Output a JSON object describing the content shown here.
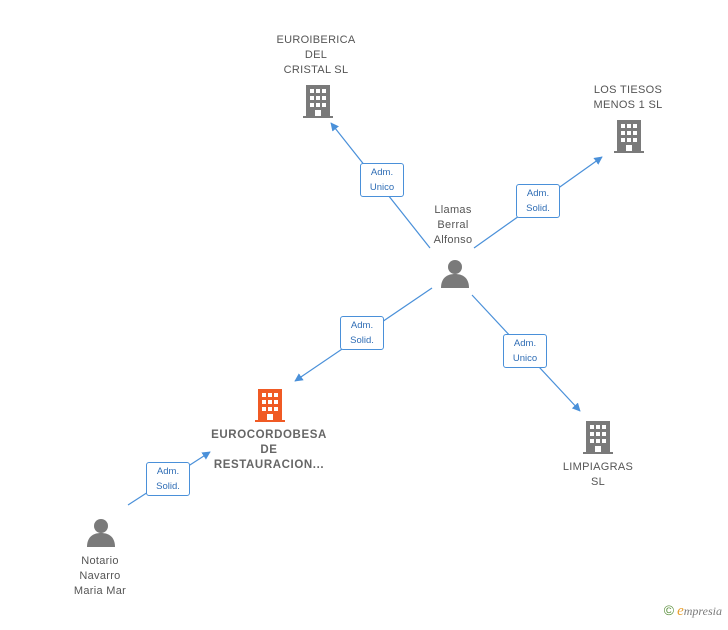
{
  "nodes": {
    "euroiberica": {
      "label": "EUROIBERICA\nDEL\nCRISTAL  SL",
      "type": "company",
      "color": "#7a7a7a"
    },
    "lostiesos": {
      "label": "LOS TIESOS\nMENOS 1  SL",
      "type": "company",
      "color": "#7a7a7a"
    },
    "llamas": {
      "label": "Llamas\nBerral\nAlfonso",
      "type": "person",
      "color": "#7a7a7a"
    },
    "eurocordobesa": {
      "label": "EUROCORDOBESA\nDE\nRESTAURACION...",
      "type": "company",
      "color": "#f05a24"
    },
    "limpiagras": {
      "label": "LIMPIAGRAS\nSL",
      "type": "company",
      "color": "#7a7a7a"
    },
    "notario": {
      "label": "Notario\nNavarro\nMaria Mar",
      "type": "person",
      "color": "#7a7a7a"
    }
  },
  "edges": [
    {
      "from": "llamas",
      "to": "euroiberica",
      "label": "Adm.\nUnico"
    },
    {
      "from": "llamas",
      "to": "lostiesos",
      "label": "Adm.\nSolid."
    },
    {
      "from": "llamas",
      "to": "eurocordobesa",
      "label": "Adm.\nSolid."
    },
    {
      "from": "llamas",
      "to": "limpiagras",
      "label": "Adm.\nUnico"
    },
    {
      "from": "notario",
      "to": "eurocordobesa",
      "label": "Adm.\nSolid."
    }
  ],
  "colors": {
    "edge": "#4a90d9",
    "edge_text": "#2f6db5",
    "main_node": "#f05a24"
  },
  "brand": {
    "copyright": "©",
    "initial": "e",
    "name": "mpresia"
  }
}
